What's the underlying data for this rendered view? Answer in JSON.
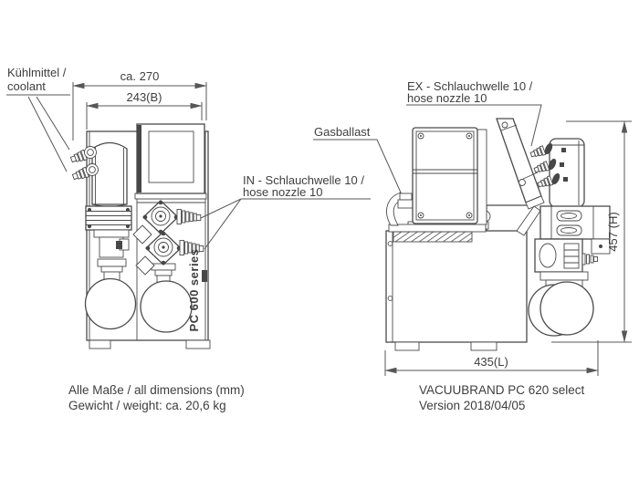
{
  "drawing": {
    "callouts": {
      "coolant": {
        "line1": "Kühlmittel /",
        "line2": "coolant"
      },
      "inlet": {
        "line1": "IN - Schlauchwelle 10 /",
        "line2": "hose nozzle 10"
      },
      "gas_ballast": {
        "label": "Gasballast"
      },
      "exhaust": {
        "line1": "EX - Schlauchwelle 10 /",
        "line2": "hose nozzle 10"
      }
    },
    "dimensions": {
      "overall_width": "ca. 270",
      "body_width": "243(B)",
      "length": "435(L)",
      "height": "457 (H)"
    },
    "front_view": {
      "series_label": "PC 600 series"
    },
    "notes": {
      "line1": "Alle Maße / all dimensions (mm)",
      "line2": "Gewicht / weight:  ca. 20,6 kg"
    },
    "title_block": {
      "line1": "VACUUBRAND PC 620 select",
      "line2": "Version 2018/04/05"
    },
    "colors": {
      "line": "#4b4b4b",
      "text": "#3e3e3e",
      "series_label": "#93999c",
      "background": "#ffffff"
    }
  }
}
